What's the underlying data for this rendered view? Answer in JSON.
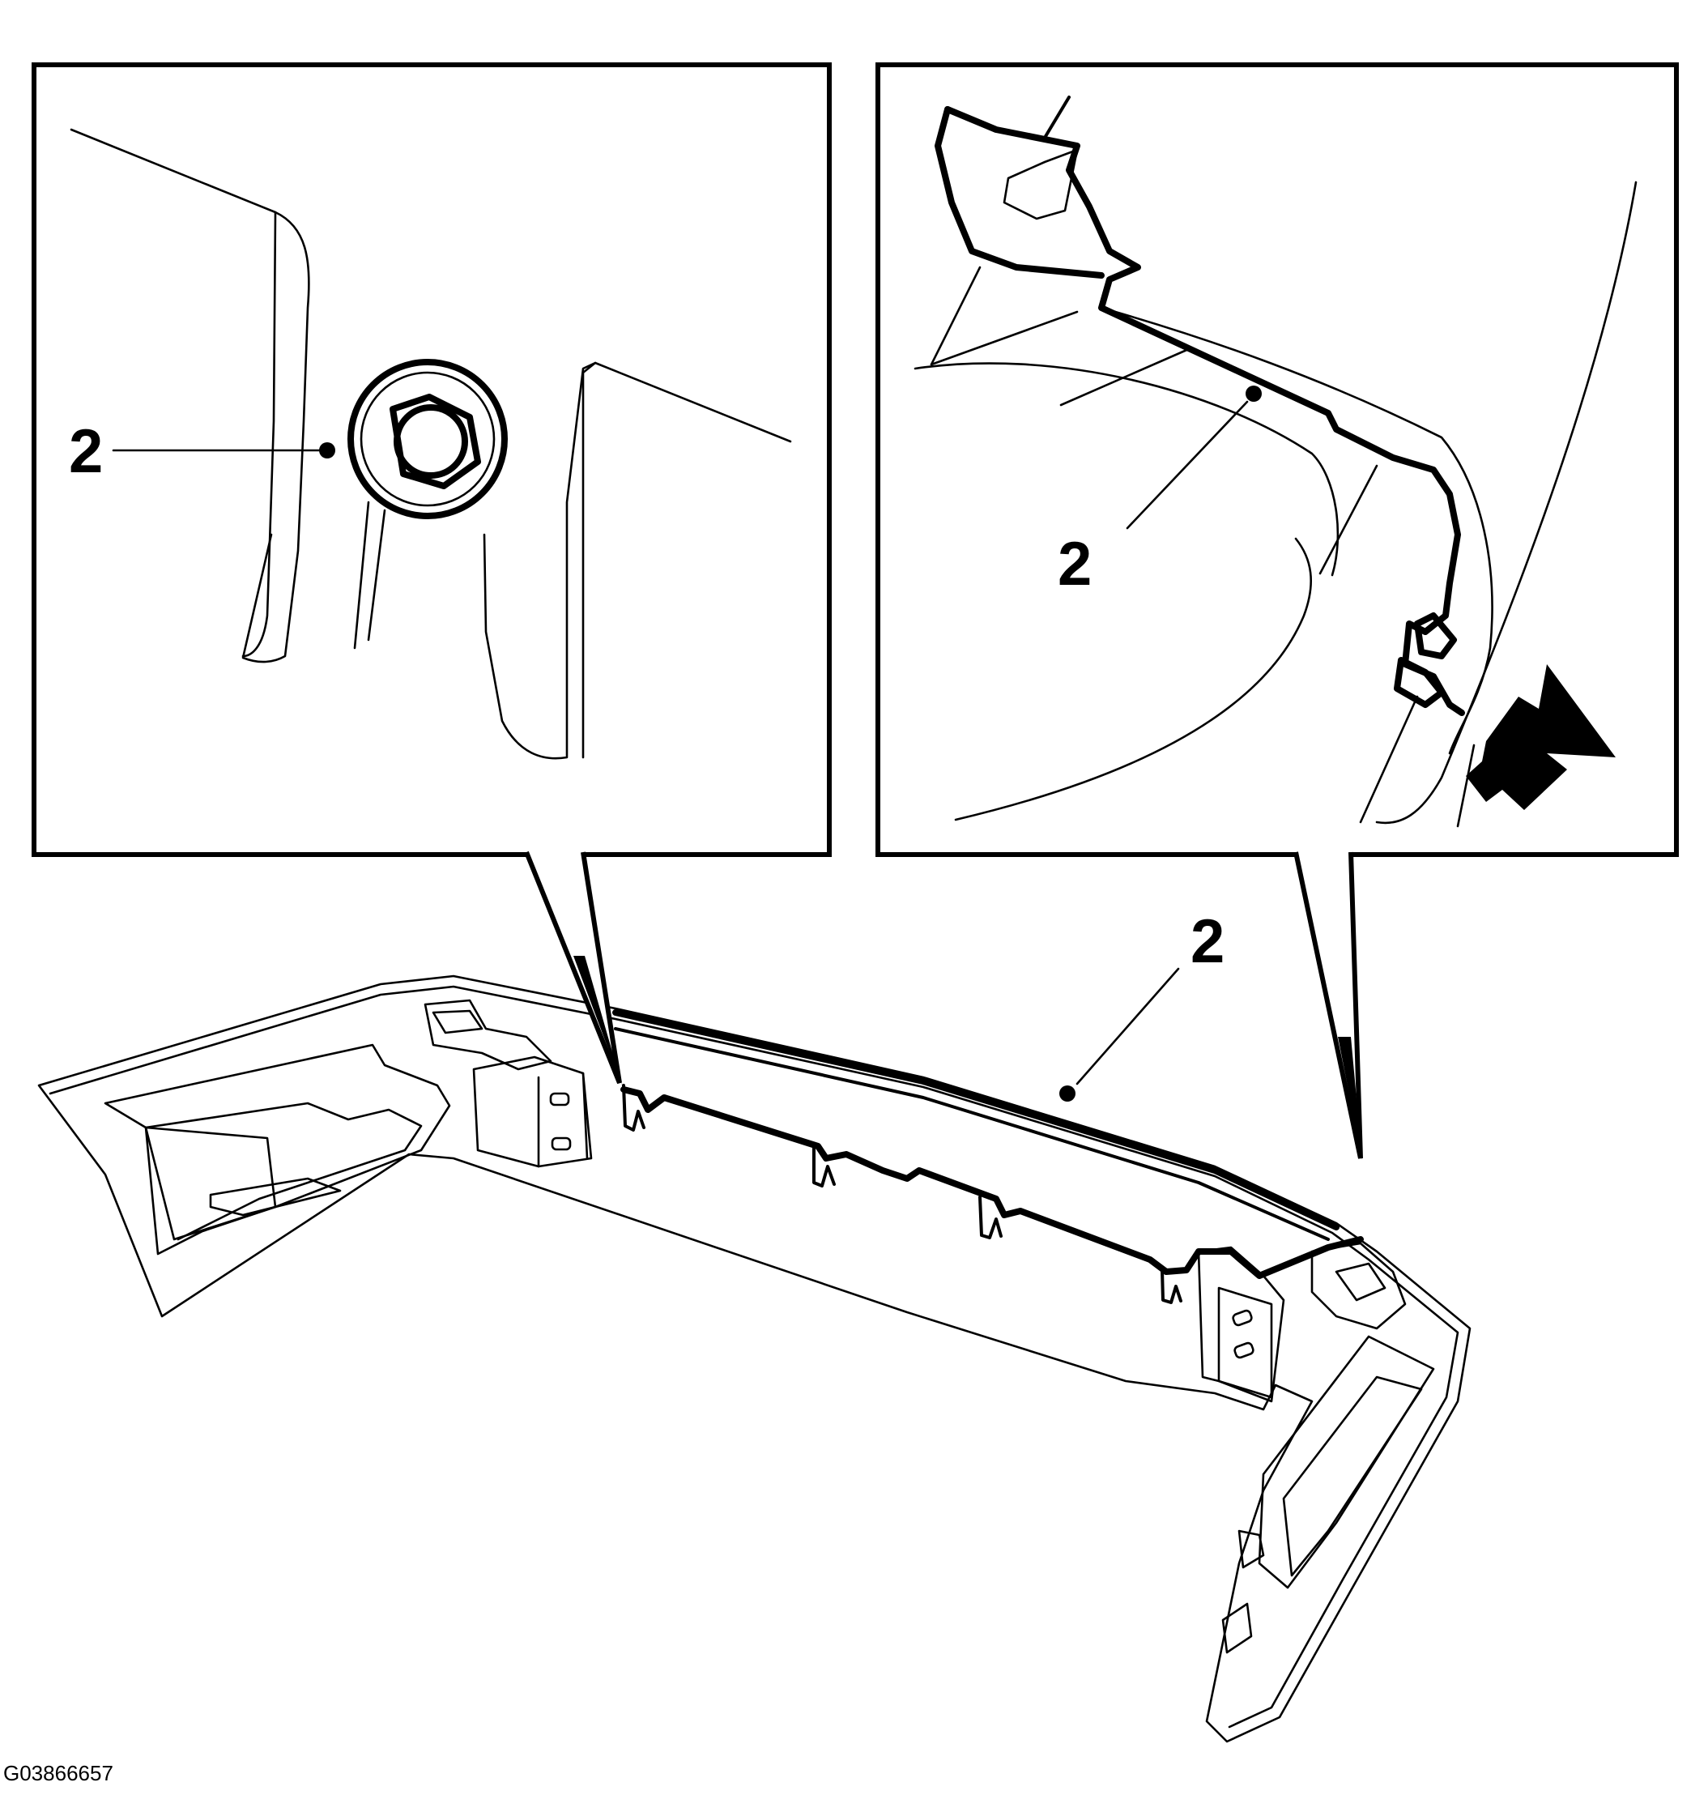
{
  "figure": {
    "id_label": "G03866657"
  },
  "callouts": {
    "detail_left": "2",
    "detail_right": "2",
    "main_view": "2"
  },
  "icons": {
    "removal_arrow": "arrow-down-right-icon"
  },
  "colors": {
    "line": "#000000",
    "background": "#ffffff"
  }
}
